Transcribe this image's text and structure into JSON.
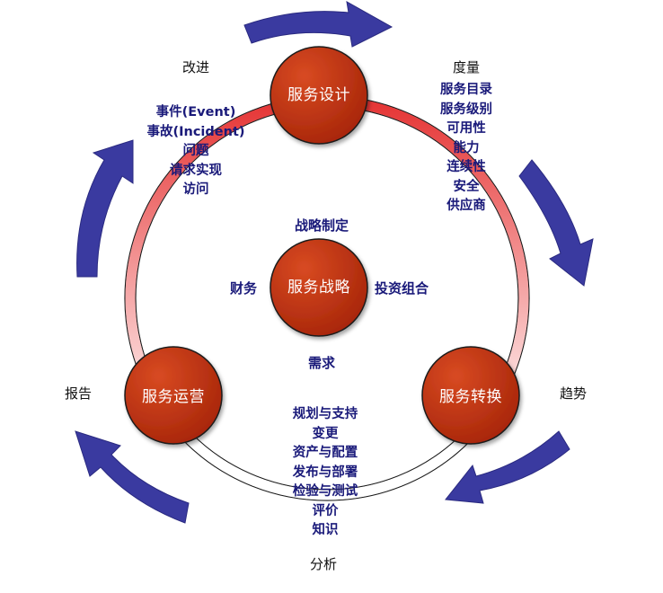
{
  "nodes": {
    "design": "服务设计",
    "strategy": "服务战略",
    "operation": "服务运营",
    "transition": "服务转换"
  },
  "outer_labels": {
    "improve": "改进",
    "measure": "度量",
    "trend": "趋势",
    "report": "报告",
    "analyze": "分析"
  },
  "strategy_labels": {
    "top": "战略制定",
    "left": "财务",
    "right": "投资组合",
    "bottom": "需求"
  },
  "improve_items": [
    "事件(Event)",
    "事故(Incident)",
    "问题",
    "请求实现",
    "访问"
  ],
  "measure_items": [
    "服务目录",
    "服务级别",
    "可用性",
    "能力",
    "连续性",
    "安全",
    "供应商"
  ],
  "transition_items": [
    "规划与支持",
    "变更",
    "资产与配置",
    "发布与部署",
    "检验与测试",
    "评价",
    "知识"
  ],
  "colors": {
    "arrow": "#3a3aa0",
    "node_fill": "#c0320f",
    "node_stroke": "#1a1a1a",
    "ring_red": "#e03a3a",
    "text_blue": "#1a1a7a"
  }
}
